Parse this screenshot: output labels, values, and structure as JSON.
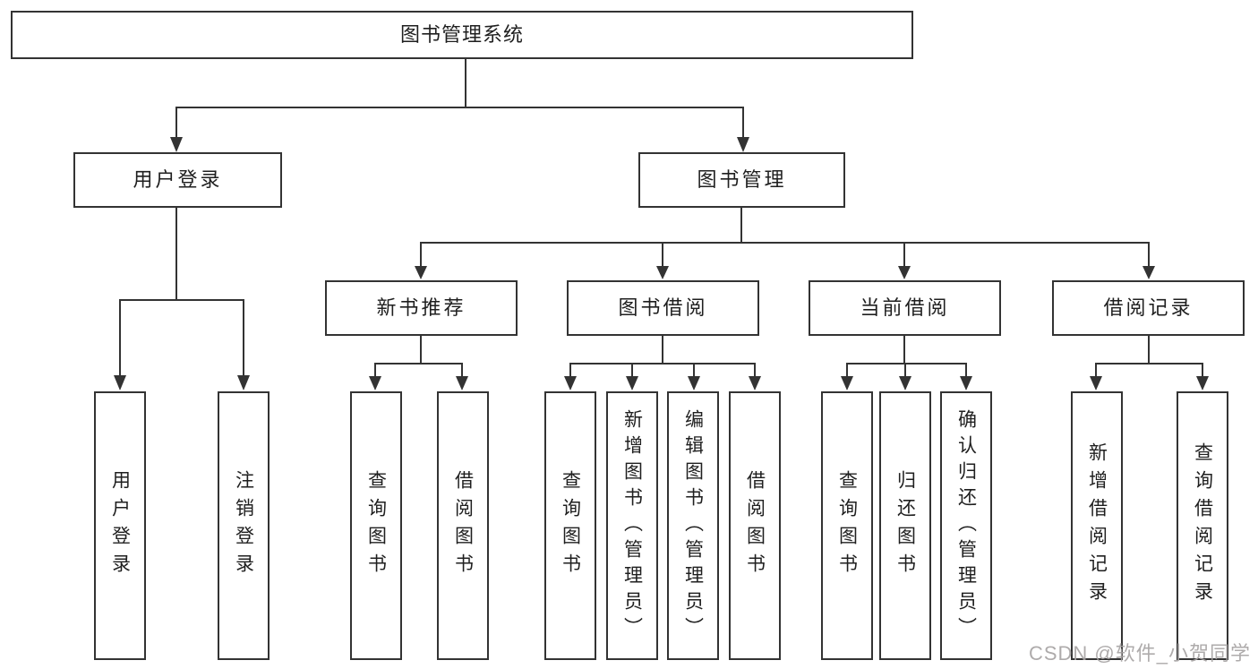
{
  "diagram": {
    "root": {
      "label": "图书管理系统"
    },
    "branches": [
      {
        "label": "用户登录",
        "children": [
          {
            "label": "用户登录"
          },
          {
            "label": "注销登录"
          }
        ]
      },
      {
        "label": "图书管理",
        "children": [
          {
            "label": "新书推荐",
            "children": [
              {
                "label": "查询图书"
              },
              {
                "label": "借阅图书"
              }
            ]
          },
          {
            "label": "图书借阅",
            "children": [
              {
                "label": "查询图书"
              },
              {
                "label": "新增图书（管理员）"
              },
              {
                "label": "编辑图书（管理员）"
              },
              {
                "label": "借阅图书"
              }
            ]
          },
          {
            "label": "当前借阅",
            "children": [
              {
                "label": "查询图书"
              },
              {
                "label": "归还图书"
              },
              {
                "label": "确认归还（管理员）"
              }
            ]
          },
          {
            "label": "借阅记录",
            "children": [
              {
                "label": "新增借阅记录"
              },
              {
                "label": "查询借阅记录"
              }
            ]
          }
        ]
      }
    ]
  },
  "watermark": {
    "text": "CSDN @软件_小贺同学"
  },
  "colors": {
    "line": "#333333",
    "text": "#1f1f1f",
    "watermark": "#a5a2a2",
    "background": "#ffffff"
  }
}
